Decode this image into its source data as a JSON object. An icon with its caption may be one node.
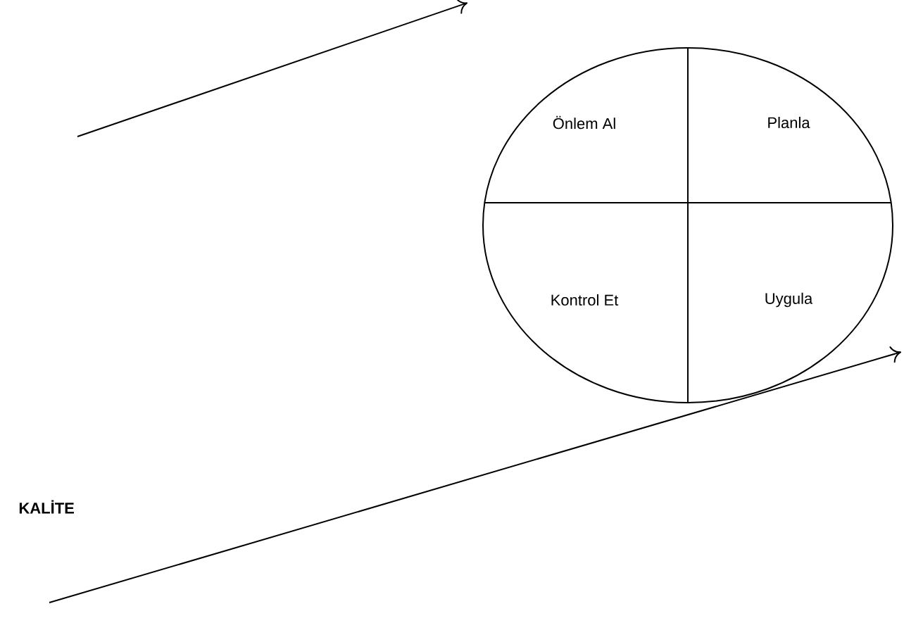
{
  "diagram": {
    "nodes": [
      {
        "text": [],
        "shape": "circle"
      },
      {
        "text": [
          "Önlem Al"
        ],
        "in": 0
      },
      {
        "text": [
          "Planla"
        ],
        "in": 0
      },
      {
        "text": [
          "Kontrol Et"
        ],
        "in": 0
      },
      {
        "text": [
          "Uygula"
        ],
        "in": 0
      }
    ],
    "labels": [
      "KALİTE"
    ]
  }
}
